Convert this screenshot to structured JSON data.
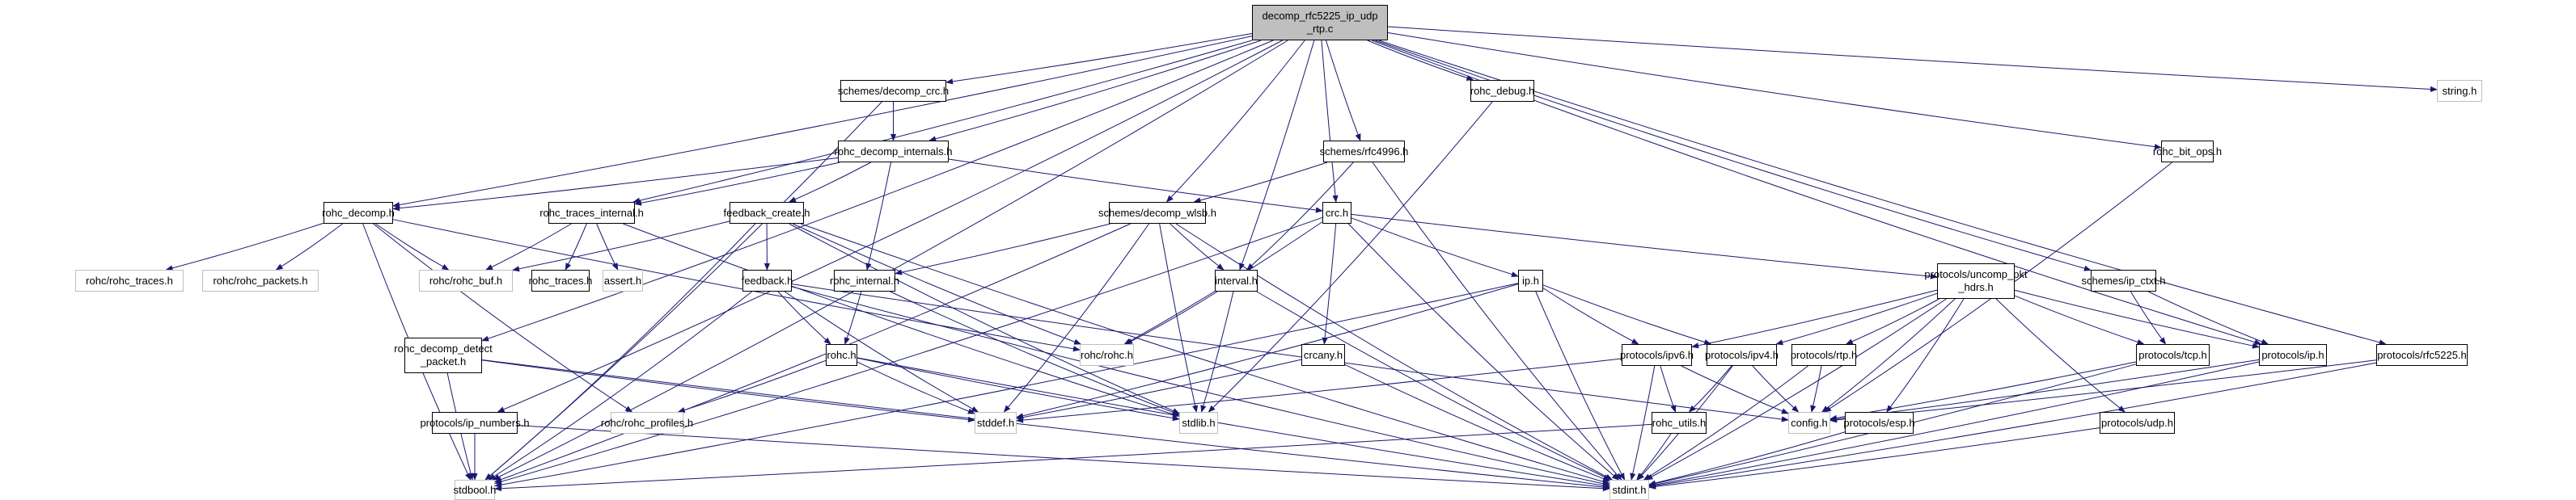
{
  "diagram": {
    "title": "decomp_rfc5225_ip_udp_rtp.c",
    "edge_color": "#191970",
    "root_fill": "#bfbfbf",
    "external_border": "#bfbfbf",
    "nodes": {
      "root": "decomp_rfc5225_ip_udp\n_rtp.c",
      "decomp_crc": "schemes/decomp_crc.h",
      "rohc_debug": "rohc_debug.h",
      "string": "string.h",
      "rohc_decomp_internals": "rohc_decomp_internals.h",
      "rfc4996": "schemes/rfc4996.h",
      "rohc_bit_ops": "rohc_bit_ops.h",
      "rohc_decomp": "rohc_decomp.h",
      "rohc_traces_internal": "rohc_traces_internal.h",
      "feedback_create": "feedback_create.h",
      "decomp_wlsb": "schemes/decomp_wlsb.h",
      "crc": "crc.h",
      "ip_ctxt": "schemes/ip_ctxt.h",
      "rohc_rohc_traces": "rohc/rohc_traces.h",
      "rohc_rohc_packets": "rohc/rohc_packets.h",
      "rohc_rohc_buf": "rohc/rohc_buf.h",
      "rohc_traces": "rohc_traces.h",
      "assert": "assert.h",
      "feedback": "feedback.h",
      "rohc_internal": "rohc_internal.h",
      "interval": "interval.h",
      "ip": "ip.h",
      "uncomp_pkt_hdrs": "protocols/uncomp_pkt\n_hdrs.h",
      "rohc_decomp_detect": "rohc_decomp_detect\n_packet.h",
      "rohc": "rohc.h",
      "rohc_rohc": "rohc/rohc.h",
      "crcany": "crcany.h",
      "ipv6": "protocols/ipv6.h",
      "ipv4": "protocols/ipv4.h",
      "rtp": "protocols/rtp.h",
      "tcp": "protocols/tcp.h",
      "proto_ip": "protocols/ip.h",
      "rfc5225": "protocols/rfc5225.h",
      "ip_numbers": "protocols/ip_numbers.h",
      "rohc_profiles": "rohc/rohc_profiles.h",
      "stddef": "stddef.h",
      "stdlib": "stdlib.h",
      "rohc_utils": "rohc_utils.h",
      "config": "config.h",
      "esp": "protocols/esp.h",
      "udp": "protocols/udp.h",
      "stdbool": "stdbool.h",
      "stdint": "stdint.h"
    },
    "edges": [
      [
        "root",
        "decomp_crc"
      ],
      [
        "root",
        "rohc_debug"
      ],
      [
        "root",
        "string"
      ],
      [
        "root",
        "rohc_decomp_internals"
      ],
      [
        "root",
        "rfc4996"
      ],
      [
        "root",
        "rohc_bit_ops"
      ],
      [
        "root",
        "rohc_decomp"
      ],
      [
        "root",
        "rohc_traces_internal"
      ],
      [
        "root",
        "decomp_wlsb"
      ],
      [
        "root",
        "crc"
      ],
      [
        "root",
        "ip_ctxt"
      ],
      [
        "root",
        "interval"
      ],
      [
        "root",
        "rohc_decomp_detect"
      ],
      [
        "root",
        "ip_numbers"
      ],
      [
        "root",
        "proto_ip"
      ],
      [
        "root",
        "rfc5225"
      ],
      [
        "root",
        "stdbool"
      ],
      [
        "decomp_crc",
        "rohc_decomp_internals"
      ],
      [
        "decomp_crc",
        "stdbool"
      ],
      [
        "rohc_decomp_internals",
        "rohc_decomp"
      ],
      [
        "rohc_decomp_internals",
        "rohc_traces_internal"
      ],
      [
        "rohc_decomp_internals",
        "feedback_create"
      ],
      [
        "rohc_decomp_internals",
        "rohc_internal"
      ],
      [
        "rohc_decomp_internals",
        "crc"
      ],
      [
        "rfc4996",
        "decomp_wlsb"
      ],
      [
        "rfc4996",
        "interval"
      ],
      [
        "rfc4996",
        "stdint"
      ],
      [
        "rohc_debug",
        "stdlib"
      ],
      [
        "rohc_bit_ops",
        "config"
      ],
      [
        "rohc_decomp",
        "rohc_rohc_traces"
      ],
      [
        "rohc_decomp",
        "rohc_rohc_packets"
      ],
      [
        "rohc_decomp",
        "rohc_rohc_buf"
      ],
      [
        "rohc_decomp",
        "rohc_rohc"
      ],
      [
        "rohc_decomp",
        "rohc_profiles"
      ],
      [
        "rohc_decomp",
        "stdbool"
      ],
      [
        "rohc_traces_internal",
        "rohc_rohc_buf"
      ],
      [
        "rohc_traces_internal",
        "rohc_traces"
      ],
      [
        "rohc_traces_internal",
        "assert"
      ],
      [
        "rohc_traces_internal",
        "stdlib"
      ],
      [
        "feedback_create",
        "rohc_rohc_buf"
      ],
      [
        "feedback_create",
        "feedback"
      ],
      [
        "feedback_create",
        "rohc_rohc"
      ],
      [
        "feedback_create",
        "stdbool"
      ],
      [
        "feedback_create",
        "stdint"
      ],
      [
        "feedback_create",
        "stdlib"
      ],
      [
        "decomp_wlsb",
        "rohc_internal"
      ],
      [
        "decomp_wlsb",
        "interval"
      ],
      [
        "decomp_wlsb",
        "stdlib"
      ],
      [
        "decomp_wlsb",
        "stddef"
      ],
      [
        "decomp_wlsb",
        "stdint"
      ],
      [
        "decomp_wlsb",
        "stdbool"
      ],
      [
        "crc",
        "ip"
      ],
      [
        "crc",
        "crcany"
      ],
      [
        "crc",
        "uncomp_pkt_hdrs"
      ],
      [
        "crc",
        "rohc_rohc"
      ],
      [
        "crc",
        "stdbool"
      ],
      [
        "crc",
        "stdint"
      ],
      [
        "ip_ctxt",
        "tcp"
      ],
      [
        "ip_ctxt",
        "proto_ip"
      ],
      [
        "feedback",
        "rohc"
      ],
      [
        "feedback",
        "config"
      ],
      [
        "feedback",
        "stdbool"
      ],
      [
        "feedback",
        "stdint"
      ],
      [
        "feedback",
        "stddef"
      ],
      [
        "rohc_internal",
        "rohc"
      ],
      [
        "rohc_internal",
        "stdlib"
      ],
      [
        "interval",
        "rohc_rohc"
      ],
      [
        "interval",
        "stdlib"
      ],
      [
        "interval",
        "stdint"
      ],
      [
        "ip",
        "ipv6"
      ],
      [
        "ip",
        "ipv4"
      ],
      [
        "ip",
        "stdint"
      ],
      [
        "ip",
        "stdbool"
      ],
      [
        "ip",
        "stddef"
      ],
      [
        "uncomp_pkt_hdrs",
        "ipv6"
      ],
      [
        "uncomp_pkt_hdrs",
        "ipv4"
      ],
      [
        "uncomp_pkt_hdrs",
        "rtp"
      ],
      [
        "uncomp_pkt_hdrs",
        "tcp"
      ],
      [
        "uncomp_pkt_hdrs",
        "proto_ip"
      ],
      [
        "uncomp_pkt_hdrs",
        "udp"
      ],
      [
        "uncomp_pkt_hdrs",
        "esp"
      ],
      [
        "uncomp_pkt_hdrs",
        "config"
      ],
      [
        "uncomp_pkt_hdrs",
        "stdint"
      ],
      [
        "rohc_decomp_detect",
        "stdbool"
      ],
      [
        "rohc_decomp_detect",
        "stddef"
      ],
      [
        "rohc_decomp_detect",
        "stdint"
      ],
      [
        "rohc",
        "rohc_profiles"
      ],
      [
        "rohc",
        "stdlib"
      ],
      [
        "rohc",
        "stddef"
      ],
      [
        "rohc",
        "stdint"
      ],
      [
        "crcany",
        "stdint"
      ],
      [
        "crcany",
        "stddef"
      ],
      [
        "ipv6",
        "rohc_utils"
      ],
      [
        "ipv6",
        "config"
      ],
      [
        "ipv6",
        "stdint"
      ],
      [
        "ipv6",
        "stddef"
      ],
      [
        "ipv4",
        "rohc_utils"
      ],
      [
        "ipv4",
        "config"
      ],
      [
        "ipv4",
        "stdint"
      ],
      [
        "rtp",
        "config"
      ],
      [
        "rtp",
        "stdint"
      ],
      [
        "tcp",
        "config"
      ],
      [
        "tcp",
        "stdint"
      ],
      [
        "proto_ip",
        "config"
      ],
      [
        "proto_ip",
        "stdint"
      ],
      [
        "rfc5225",
        "config"
      ],
      [
        "rfc5225",
        "stdint"
      ],
      [
        "ip_numbers",
        "stdbool"
      ],
      [
        "ip_numbers",
        "stdint"
      ],
      [
        "rohc_utils",
        "stdbool"
      ],
      [
        "rohc_utils",
        "stdint"
      ],
      [
        "esp",
        "stdint"
      ],
      [
        "udp",
        "stdint"
      ]
    ]
  }
}
